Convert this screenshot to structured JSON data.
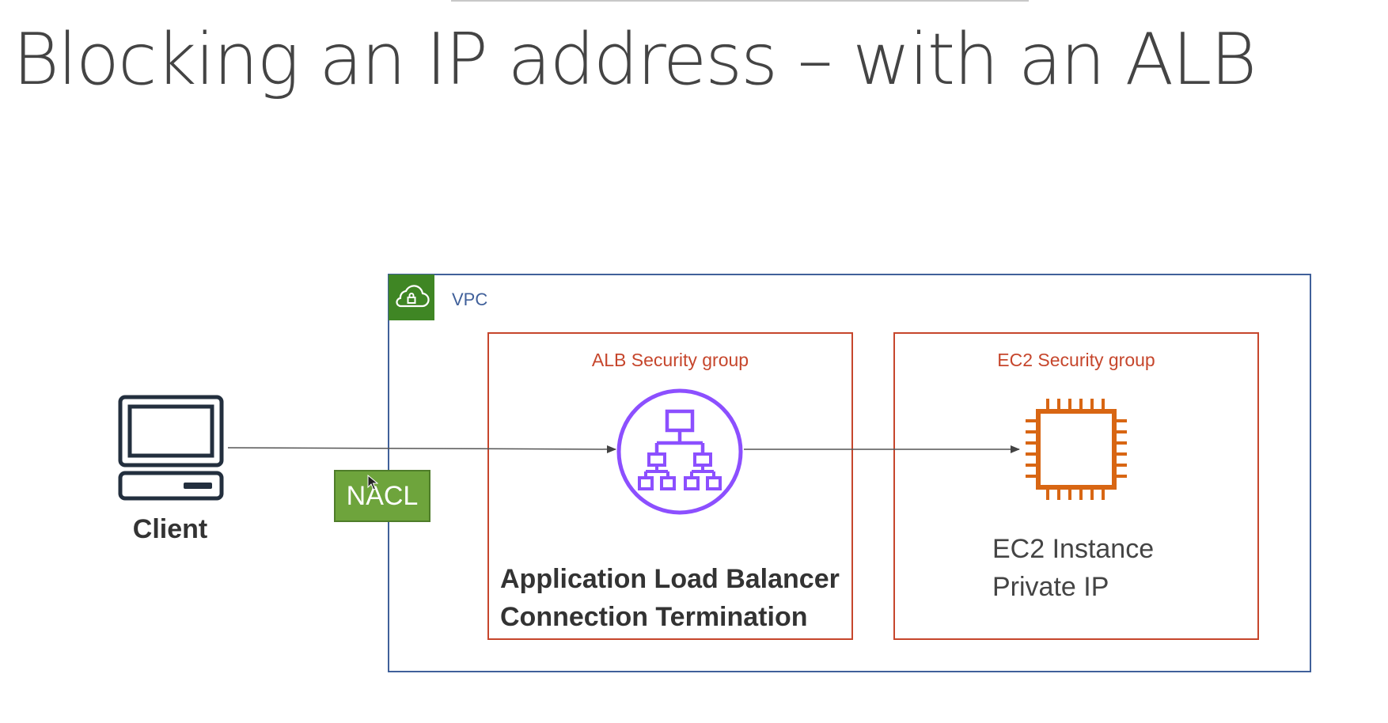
{
  "title": "Blocking an IP address – with an ALB",
  "client": {
    "label": "Client"
  },
  "vpc": {
    "label": "VPC"
  },
  "nacl": {
    "label": "NACL"
  },
  "alb_security_group": {
    "label": "ALB Security group",
    "caption_line1": "Application Load Balancer",
    "caption_line2": "Connection Termination"
  },
  "ec2_security_group": {
    "label": "EC2 Security group",
    "caption_line1": "EC2 Instance",
    "caption_line2": "Private IP"
  },
  "colors": {
    "vpc_border": "#40609a",
    "vpc_badge": "#3f8624",
    "security_group_border": "#c6462c",
    "nacl_fill": "#6ea43c",
    "alb_icon": "#8c4fff",
    "ec2_icon": "#d86613"
  },
  "icons": {
    "client": "laptop-icon",
    "vpc": "cloud-lock-icon",
    "alb": "load-balancer-icon",
    "ec2": "chip-icon"
  }
}
